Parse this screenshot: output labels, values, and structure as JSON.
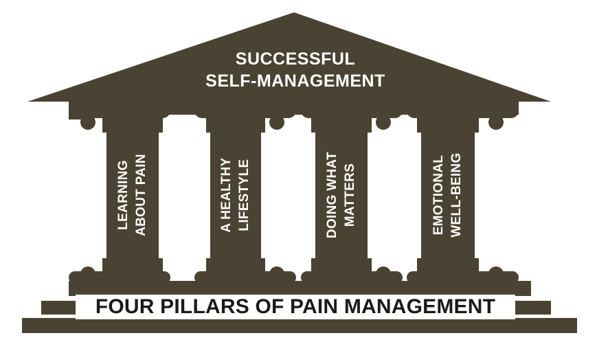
{
  "roof": {
    "line1": "SUCCESSFUL",
    "line2": "SELF-MANAGEMENT"
  },
  "pillars": [
    {
      "line1": "LEARNING",
      "line2": "ABOUT PAIN"
    },
    {
      "line1": "A HEALTHY",
      "line2": "LIFESTYLE"
    },
    {
      "line1": "DOING WHAT",
      "line2": "MATTERS"
    },
    {
      "line1": "EMOTIONAL",
      "line2": "WELL-BEING"
    }
  ],
  "foundation": {
    "title": "FOUR PILLARS OF PAIN MANAGEMENT"
  },
  "colors": {
    "structure": "#4a4333",
    "text_light": "#ffffff",
    "text_dark": "#1a1a1a"
  }
}
